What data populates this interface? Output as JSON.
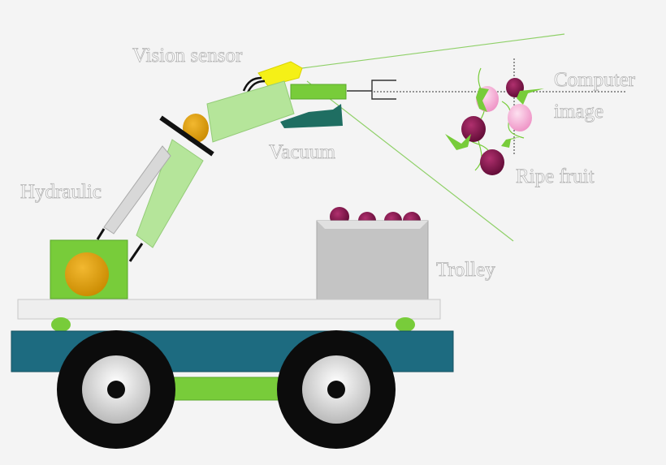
{
  "labels": {
    "vision_sensor": "Vision sensor",
    "computer_image_line1": "Computer",
    "computer_image_line2": "image",
    "vacuum": "Vacuum",
    "hydraulic": "Hydraulic",
    "ripe_fruit": "Ripe fruit",
    "trolley": "Trolley"
  },
  "colors": {
    "background": "#f4f4f4",
    "arm_light_green": "#b5e59a",
    "green": "#78cc3a",
    "deck_blue": "#1d6b80",
    "vision_sensor_yellow": "#f5f017",
    "vacuum_teal": "#1f6e62",
    "ripe_fruit": "#7a0f45",
    "unripe_fruit": "#f3a8d2",
    "joint_orange": "#e0a010",
    "trolley_gray": "#c4c4c4"
  }
}
